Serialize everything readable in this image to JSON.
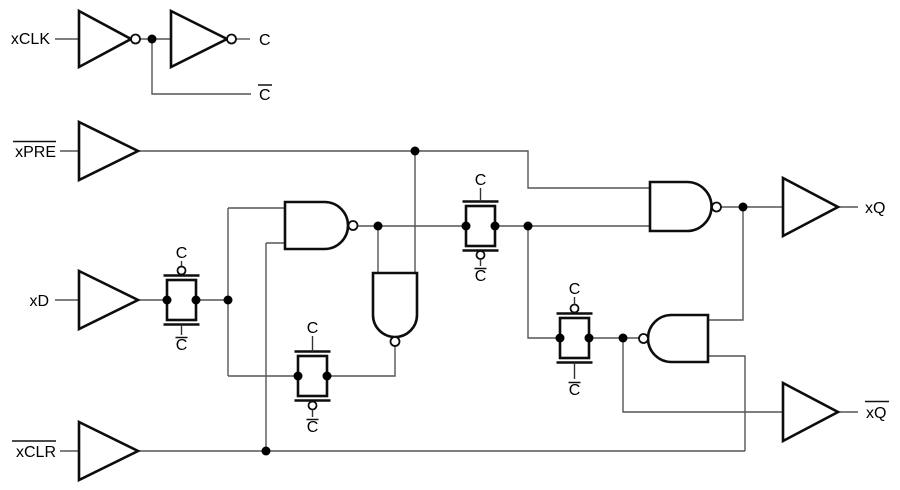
{
  "schematic": {
    "colors": {
      "background": "#ffffff",
      "ink": "#0d0d0d",
      "wire": "#555555"
    },
    "ports": {
      "xclk": {
        "label": "xCLK",
        "overline": false
      },
      "xpre": {
        "label": "xPRE",
        "overline": true
      },
      "xd": {
        "label": "xD",
        "overline": false
      },
      "xclr": {
        "label": "xCLR",
        "overline": true
      },
      "xq": {
        "label": "xQ",
        "overline": false
      },
      "xq_bar": {
        "label": "xQ",
        "overline": true
      }
    },
    "clock_nets": {
      "c": {
        "label": "C",
        "overline": false
      },
      "c_bar": {
        "label": "C",
        "overline": true
      }
    },
    "transmission_gates": {
      "tg_input": {
        "top_label": "C",
        "bottom_label": "C",
        "bottom_overline": true,
        "pmos_bubble": "top"
      },
      "tg_master_feedback": {
        "top_label": "C",
        "bottom_label": "C",
        "bottom_overline": true,
        "pmos_bubble": "bottom"
      },
      "tg_slave_input": {
        "top_label": "C",
        "bottom_label": "C",
        "bottom_overline": true,
        "pmos_bubble": "bottom"
      },
      "tg_slave_feedback": {
        "top_label": "C",
        "bottom_label": "C",
        "bottom_overline": true,
        "pmos_bubble": "top"
      }
    }
  }
}
